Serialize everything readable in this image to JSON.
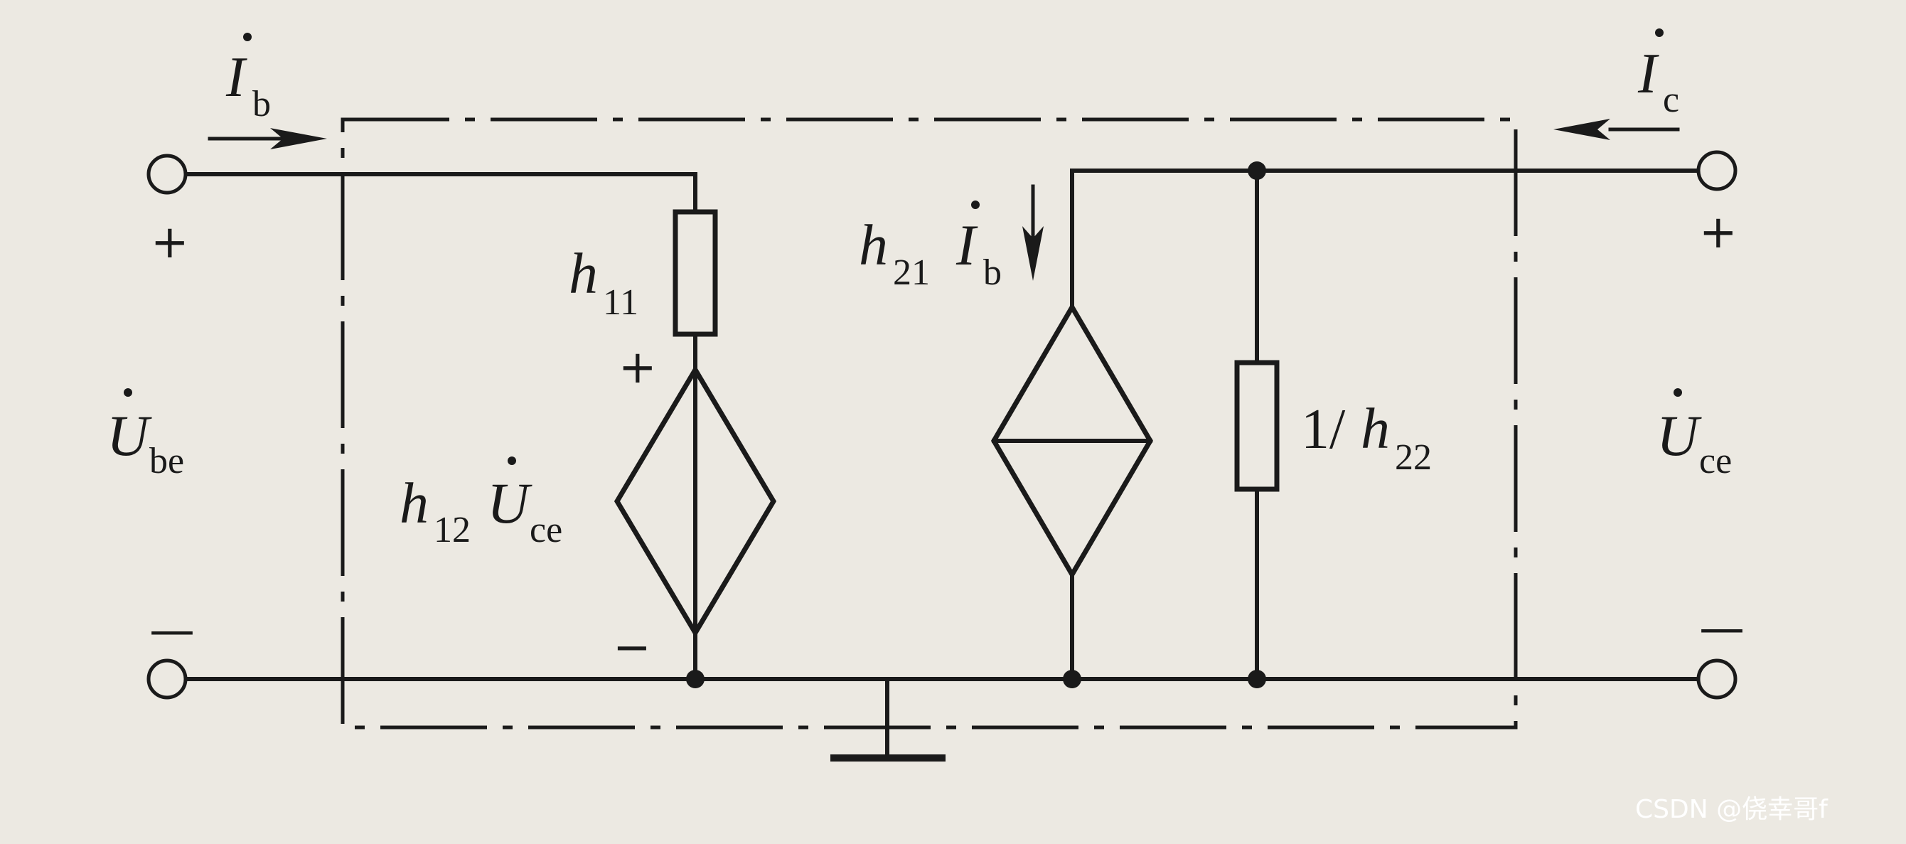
{
  "labels": {
    "ib_in": {
      "main": "I",
      "sub": "b"
    },
    "ic_in": {
      "main": "I",
      "sub": "c"
    },
    "h11": {
      "main": "h",
      "sub": "11"
    },
    "h12": {
      "main": "h",
      "sub": "12",
      "var": "U",
      "vsub": "ce"
    },
    "h21": {
      "main": "h",
      "sub": "21",
      "var": "I",
      "vsub": "b"
    },
    "h22": {
      "pre": "1/",
      "main": "h",
      "sub": "22"
    },
    "ube": {
      "main": "U",
      "sub": "be"
    },
    "uce": {
      "main": "U",
      "sub": "ce"
    }
  },
  "signs": {
    "plus": "+",
    "minus": "−",
    "bar": "—"
  },
  "watermark": "CSDN @侥幸哥f",
  "colors": {
    "ink": "#1a1a1a",
    "paper": "#ece9e2"
  }
}
